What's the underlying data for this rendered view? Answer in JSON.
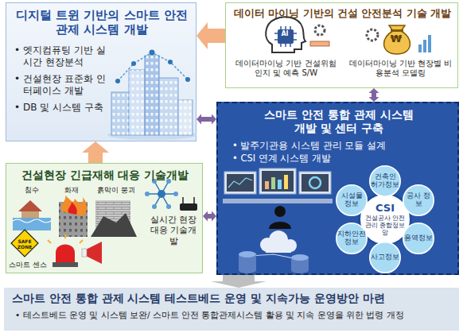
{
  "diagram": {
    "nodes": [
      {
        "text": [
          "디지털 트윈 기반의 스마트 안전 관제 시스템 개발",
          "• 엣지컴퓨팅 기반 실시간 현장분석",
          "• 건설현장 표준화 인터페이스 개발",
          "• DB 및 시스템 구축"
        ]
      },
      {
        "text": [
          "데이터 마이닝 기반의 건설 안전분석 기술 개발",
          "데이터마이닝 기반 건설위험 인지 및 예측 S/W",
          "데이터마이닝 기반 현장별 비용분석 모델링"
        ]
      },
      {
        "text": [
          "스마트 안전 통합 관제 시스템 개발 및 센터 구축",
          "• 발주기관용 시스템 관리 모듈 설계",
          "• CSI 연계 시스템 개발"
        ]
      },
      {
        "text": [
          "CSI",
          "건설공사 안전관리 종합정보망"
        ],
        "in": 2
      },
      {
        "text": [
          "건축인 허가정보"
        ],
        "in": 2
      },
      {
        "text": [
          "공사 정보"
        ],
        "in": 2
      },
      {
        "text": [
          "용역정보"
        ],
        "in": 2
      },
      {
        "text": [
          "사고정보"
        ],
        "in": 2
      },
      {
        "text": [
          "지하안전 정보"
        ],
        "in": 2
      },
      {
        "text": [
          "시설물 정보"
        ],
        "in": 2
      },
      {
        "text": [
          "건설현장 긴급재해 대응 기술개발",
          "침수",
          "화재",
          "흙막이 붕괴",
          "SAFE ZONE",
          "스마트 센스",
          "실시간 현장대응 기술개발"
        ]
      },
      {
        "text": [
          "스마트 안전 통합 관제 시스템 테스트베드 운영 및 지속가능 운영방안 마련",
          "• 테스트베드 운영 및 시스템 보완/ 스마트 안전 통합관제시스템 활용 및 지속 운영을 위한 법령 개정"
        ]
      }
    ],
    "edges": [
      {
        "from": 1,
        "to": 0,
        "arrow": "to"
      },
      {
        "from": 10,
        "to": 0,
        "arrow": "to"
      },
      {
        "from": 0,
        "to": 2,
        "arrow": "both"
      },
      {
        "from": 1,
        "to": 2,
        "arrow": "both"
      },
      {
        "from": 10,
        "to": 2,
        "arrow": "both"
      },
      {
        "from": 2,
        "to": 11,
        "arrow": "to"
      }
    ],
    "labels": [
      "AI",
      "₩"
    ]
  }
}
